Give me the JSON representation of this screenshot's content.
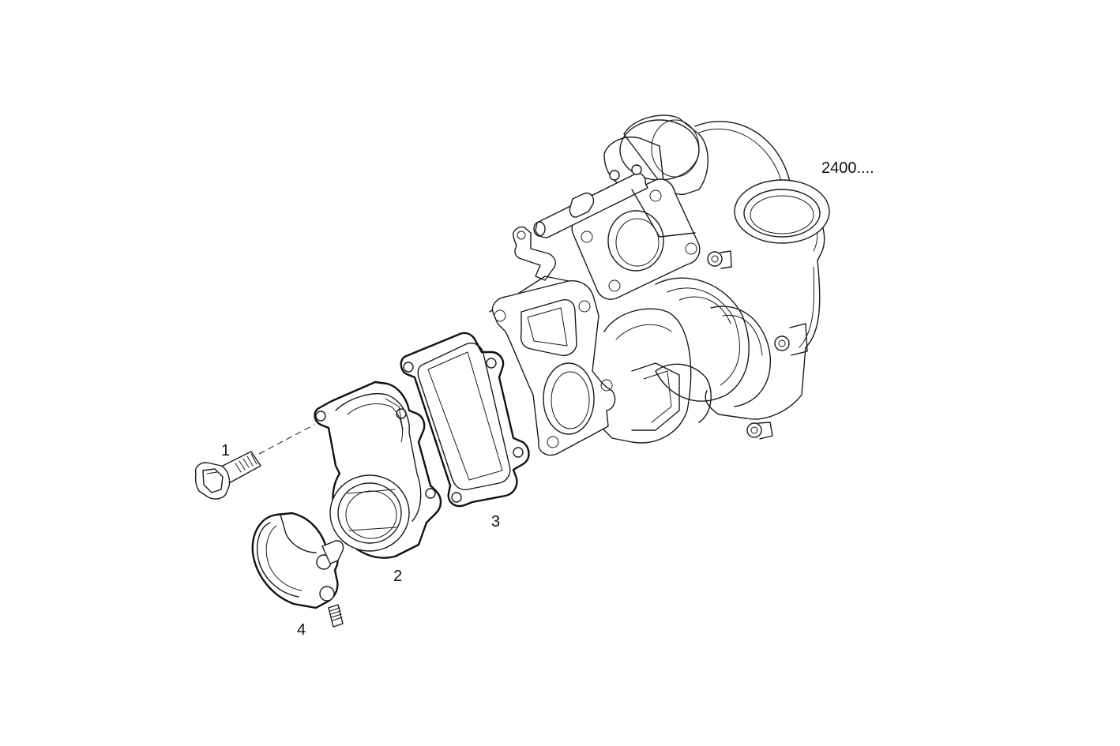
{
  "labels": {
    "assembly": "2400....",
    "part1": "1",
    "part2": "2",
    "part3": "3",
    "part4": "4"
  }
}
